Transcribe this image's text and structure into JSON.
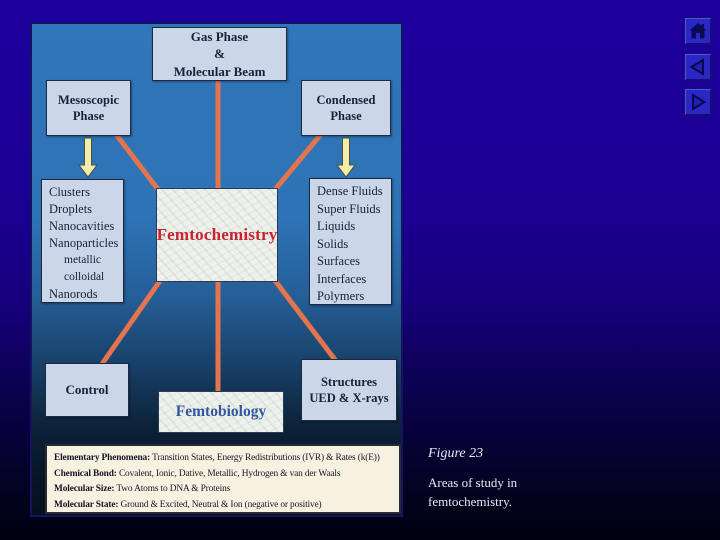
{
  "colors": {
    "figure-blue": "#2f76ba",
    "box-fill": "#cbd7e9",
    "box-text": "#16213a",
    "line-orange": "#e4744d",
    "arrow-yellow": "#f2edaa",
    "femto-red": "#c8232f",
    "femto-blue": "#31589e",
    "footer-bg": "#f6f2df",
    "caption-text": "#e9e9f4",
    "nav-button-blue": "#2b27c6",
    "nav-glyph-navy": "#0c0a52"
  },
  "nav": {
    "buttons": [
      {
        "name": "home",
        "icon": "home-icon"
      },
      {
        "name": "back",
        "icon": "back-icon"
      },
      {
        "name": "forward",
        "icon": "forward-icon"
      }
    ]
  },
  "diagram": {
    "top_box": [
      "Gas Phase",
      "&",
      "Molecular Beam"
    ],
    "mesoscopic_box": [
      "Mesoscopic",
      "Phase"
    ],
    "condensed_box": [
      "Condensed",
      "Phase"
    ],
    "left_list": [
      {
        "text": "Clusters"
      },
      {
        "text": "Droplets"
      },
      {
        "text": "Nanocavities"
      },
      {
        "text": "Nanoparticles"
      },
      {
        "text": "metallic",
        "indent": true
      },
      {
        "text": "colloidal",
        "indent": true
      },
      {
        "text": "Nanorods"
      }
    ],
    "center_label": "Femtochemistry",
    "right_list": [
      {
        "text": "Dense Fluids"
      },
      {
        "text": "Super Fluids"
      },
      {
        "text": "Liquids"
      },
      {
        "text": "Solids"
      },
      {
        "text": "Surfaces"
      },
      {
        "text": "Interfaces"
      },
      {
        "text": "Polymers"
      }
    ],
    "control_label": "Control",
    "femtobiology_label": "Femtobiology",
    "structures_box": [
      "Structures",
      "UED & X-rays"
    ],
    "footer_rows": [
      {
        "label": "Elementary Phenomena:",
        "text": "Transition States, Energy Redistributions (IVR) & Rates (k(E))"
      },
      {
        "label": "Chemical Bond:",
        "text": "Covalent, Ionic, Dative, Metallic, Hydrogen & van der Waals"
      },
      {
        "label": "Molecular Size:",
        "text": "Two Atoms to DNA & Proteins"
      },
      {
        "label": "Molecular State:",
        "text": "Ground & Excited, Neutral & Ion (negative or positive)"
      }
    ]
  },
  "caption": {
    "title": "Figure 23",
    "lines": [
      "Areas of study in",
      "femtochemistry."
    ]
  }
}
